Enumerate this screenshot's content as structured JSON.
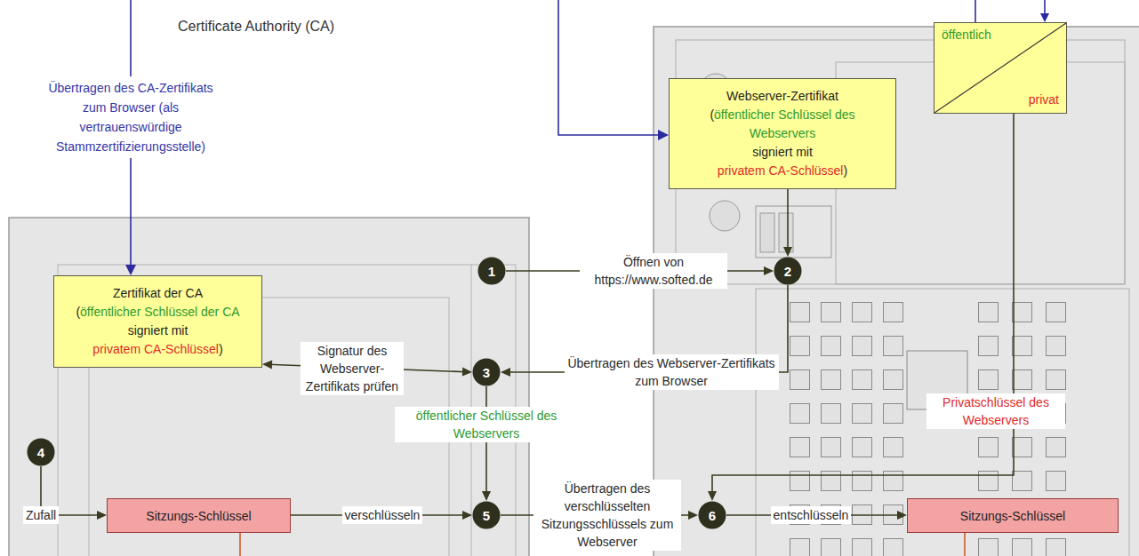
{
  "diagram": {
    "nodes": [
      {
        "text": [
          "öffentlich",
          "privat"
        ]
      },
      {
        "text": [
          "Webserver-Zertifikat",
          "(",
          "öffentlicher Schlüssel des Webservers",
          "signiert mit",
          "privatem CA-Schlüssel",
          ")"
        ]
      },
      {
        "text": [
          "1"
        ]
      },
      {
        "text": [
          "2"
        ]
      },
      {
        "text": [
          "Zertifikat der CA",
          "(",
          "öffentlicher Schlüssel der CA",
          "signiert mit",
          "privatem CA-Schlüssel",
          ")"
        ]
      },
      {
        "text": [
          "3"
        ]
      },
      {
        "text": [
          "4"
        ]
      },
      {
        "text": [
          "Sitzungs-Schlüssel"
        ]
      },
      {
        "text": [
          "5"
        ]
      },
      {
        "text": [
          "6"
        ]
      },
      {
        "text": [
          "Sitzungs-Schlüssel"
        ]
      }
    ],
    "edges": [
      {
        "from": 2,
        "to": 3,
        "arrow": "to",
        "label": "Öffnen von https://www.softed.de"
      },
      {
        "from": 1,
        "to": 3,
        "arrow": "to"
      },
      {
        "from": 3,
        "to": 5,
        "arrow": "to",
        "label": "Übertragen des Webserver-Zertifikats zum Browser"
      },
      {
        "from": 5,
        "to": 4,
        "arrow": "both",
        "label": "Signatur des Webserver-Zertifikats prüfen"
      },
      {
        "from": 5,
        "to": 8,
        "arrow": "to",
        "label": "öffentlicher Schlüssel des Webservers"
      },
      {
        "from": 6,
        "to": 7,
        "arrow": "to",
        "label": "Zufall"
      },
      {
        "from": 7,
        "to": 8,
        "arrow": "to",
        "label": "verschlüsseln"
      },
      {
        "from": 8,
        "to": 9,
        "arrow": "to",
        "label": "Übertragen des verschlüsselten Sitzungsschlüssels zum Webserver"
      },
      {
        "from": 9,
        "to": 10,
        "arrow": "to",
        "label": "entschlüsseln"
      },
      {
        "from": 0,
        "to": 9,
        "arrow": "to",
        "label": "Privatschlüssel des Webservers"
      }
    ],
    "labels": [
      "Certificate Authority (CA)",
      "Übertragen des CA-Zertifikats zum Browser (als vertrauenswürdige Stammzertifizierungsstelle)"
    ]
  }
}
